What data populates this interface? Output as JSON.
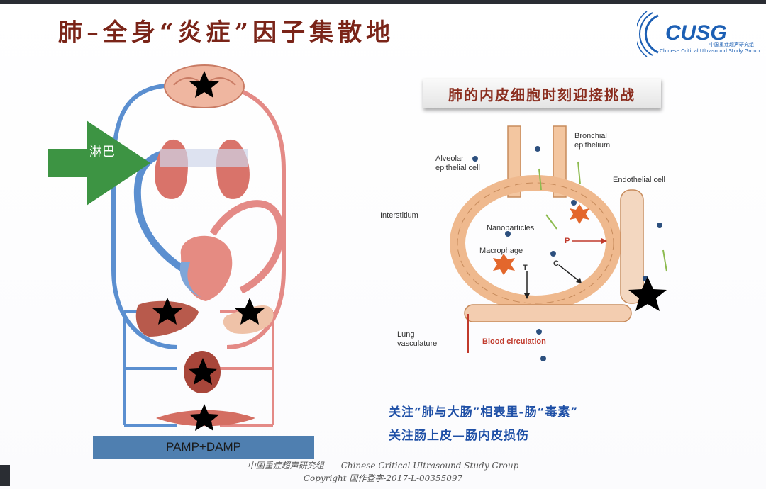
{
  "slide": {
    "title": "肺–全身“炎症”因子集散地",
    "logo": {
      "text": "CUSG",
      "cn": "中国重症超声研究组",
      "en": "Chinese Critical Ultrasound Study Group"
    },
    "subtitle": "肺的内皮细胞时刻迎接挑战",
    "left_diagram": {
      "lymph_label": "淋巴",
      "bar_label": "PAMP+DAMP"
    },
    "right_diagram": {
      "labels": {
        "bronchial": "Bronchial\nepithelium",
        "alveolar": "Alveolar\nepithelial cell",
        "endothelial": "Endothelial cell",
        "interstitium": "Interstitium",
        "nanoparticles": "Nanoparticles",
        "macrophage": "Macrophage",
        "P": "P",
        "T": "T",
        "C": "C",
        "lung_vasc": "Lung\nvasculature",
        "blood_circ": "Blood circulation"
      }
    },
    "notes": [
      "关注“肺与大肠”相表里-肠“毒素”",
      "关注肠上皮—肠内皮损伤"
    ],
    "footer": {
      "line1": "中国重症超声研究组——Chinese Critical Ultrasound Study Group",
      "line2": "Copyright 国作登字-2017-L-00355097"
    },
    "colors": {
      "title": "#7a2418",
      "note": "#1e4fa6",
      "vein": "#5b8fd0",
      "artery": "#e48a86",
      "lymph_arrow": "#3d9443",
      "bar": "#4f7fb0"
    }
  }
}
